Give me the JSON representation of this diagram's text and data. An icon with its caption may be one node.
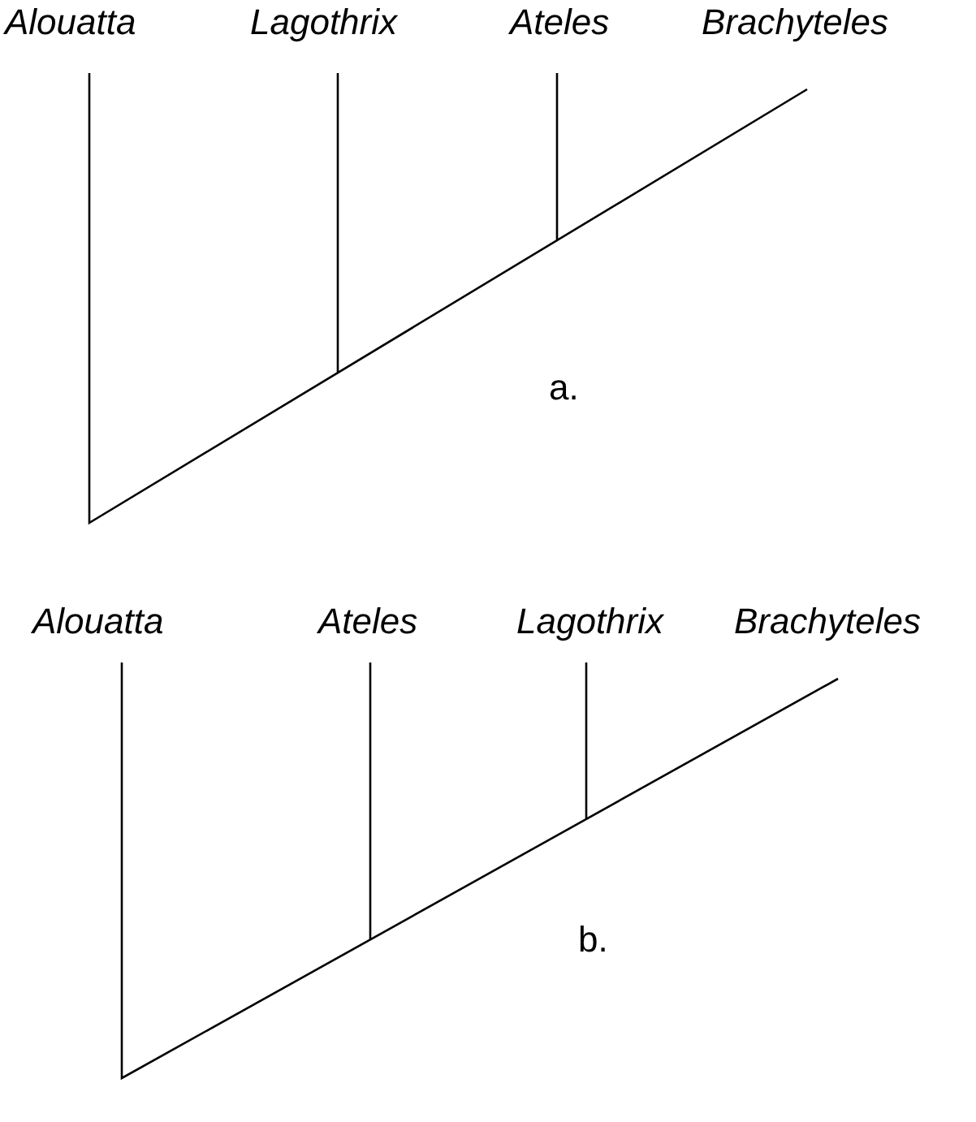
{
  "diagram": {
    "labels": [
      "Alouatta",
      "Lagothrix",
      "Ateles",
      "Brachyteles",
      "a.",
      "Alouatta",
      "Ateles",
      "Lagothrix",
      "Brachyteles",
      "b."
    ]
  }
}
